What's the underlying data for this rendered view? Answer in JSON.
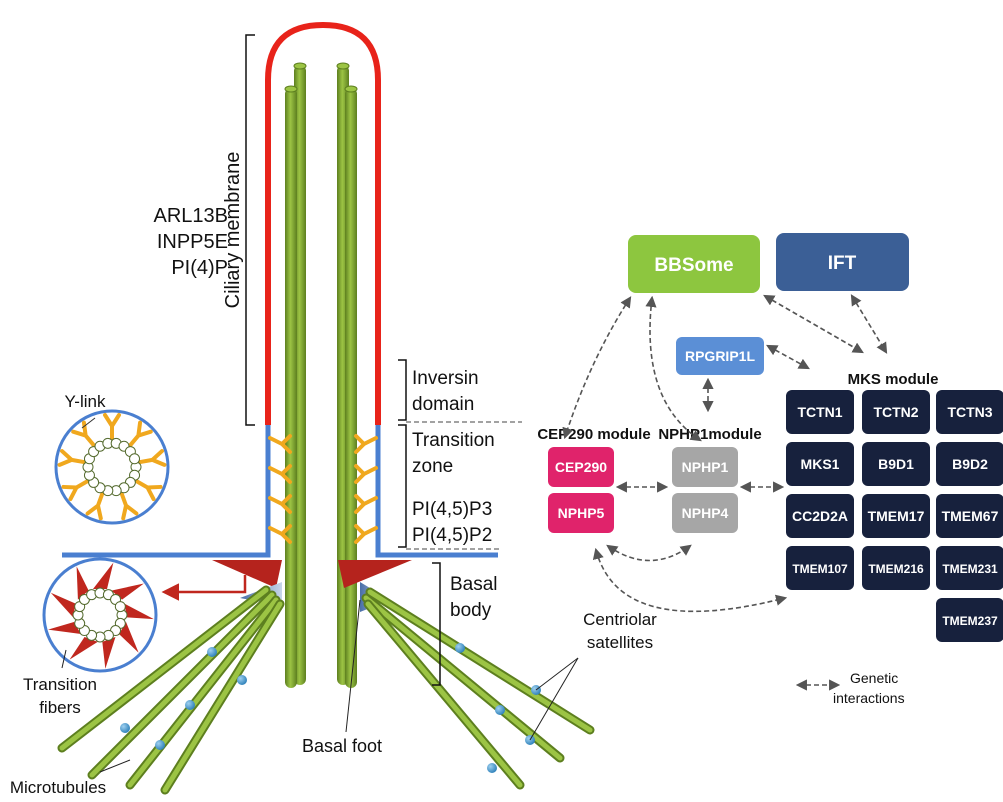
{
  "left_panel": {
    "membrane_markers": [
      "ARL13B",
      "INPP5E",
      "PI(4)P"
    ],
    "ciliary_membrane": "Ciliary membrane",
    "inversin_domain": [
      "Inversin",
      "domain"
    ],
    "transition_zone": [
      "Transition",
      "zone"
    ],
    "tz_lipids": [
      "PI(4,5)P3",
      "PI(4,5)P2"
    ],
    "basal_body": [
      "Basal",
      "body"
    ],
    "y_link": "Y-link",
    "transition_fibers": [
      "Transition",
      "fibers"
    ],
    "microtubules": "Microtubules",
    "basal_foot": "Basal foot",
    "centriolar_satellites": [
      "Centriolar",
      "satellites"
    ]
  },
  "right_panel": {
    "bbsome": "BBSome",
    "ift": "IFT",
    "rpgrip1l": "RPGRIP1L",
    "cep290_module": {
      "title": "CEP290 module",
      "proteins": [
        "CEP290",
        "NPHP5"
      ]
    },
    "nphp1_module": {
      "title": "NPHP1module",
      "proteins": [
        "NPHP1",
        "NPHP4"
      ]
    },
    "mks_module": {
      "title": "MKS module",
      "proteins": [
        "TCTN1",
        "TCTN2",
        "TCTN3",
        "MKS1",
        "B9D1",
        "B9D2",
        "CC2D2A",
        "TMEM17",
        "TMEM67",
        "TMEM107",
        "TMEM216",
        "TMEM231",
        "TMEM237"
      ]
    },
    "legend": [
      "Genetic",
      "interactions"
    ]
  },
  "colors": {
    "membrane_red": "#e8231a",
    "membrane_blue": "#4a7fd0",
    "microtubule_green": "#7fa832",
    "y_link_orange": "#f0a81e",
    "fiber_red": "#b5231d",
    "bbsome_green": "#8dc63f",
    "ift_blue": "#3b5f96",
    "rpgrip1l_blue": "#5b8fd6",
    "cep290_pink": "#e0236b",
    "nphp_gray": "#a6a6a6",
    "mks_navy": "#17213d"
  }
}
